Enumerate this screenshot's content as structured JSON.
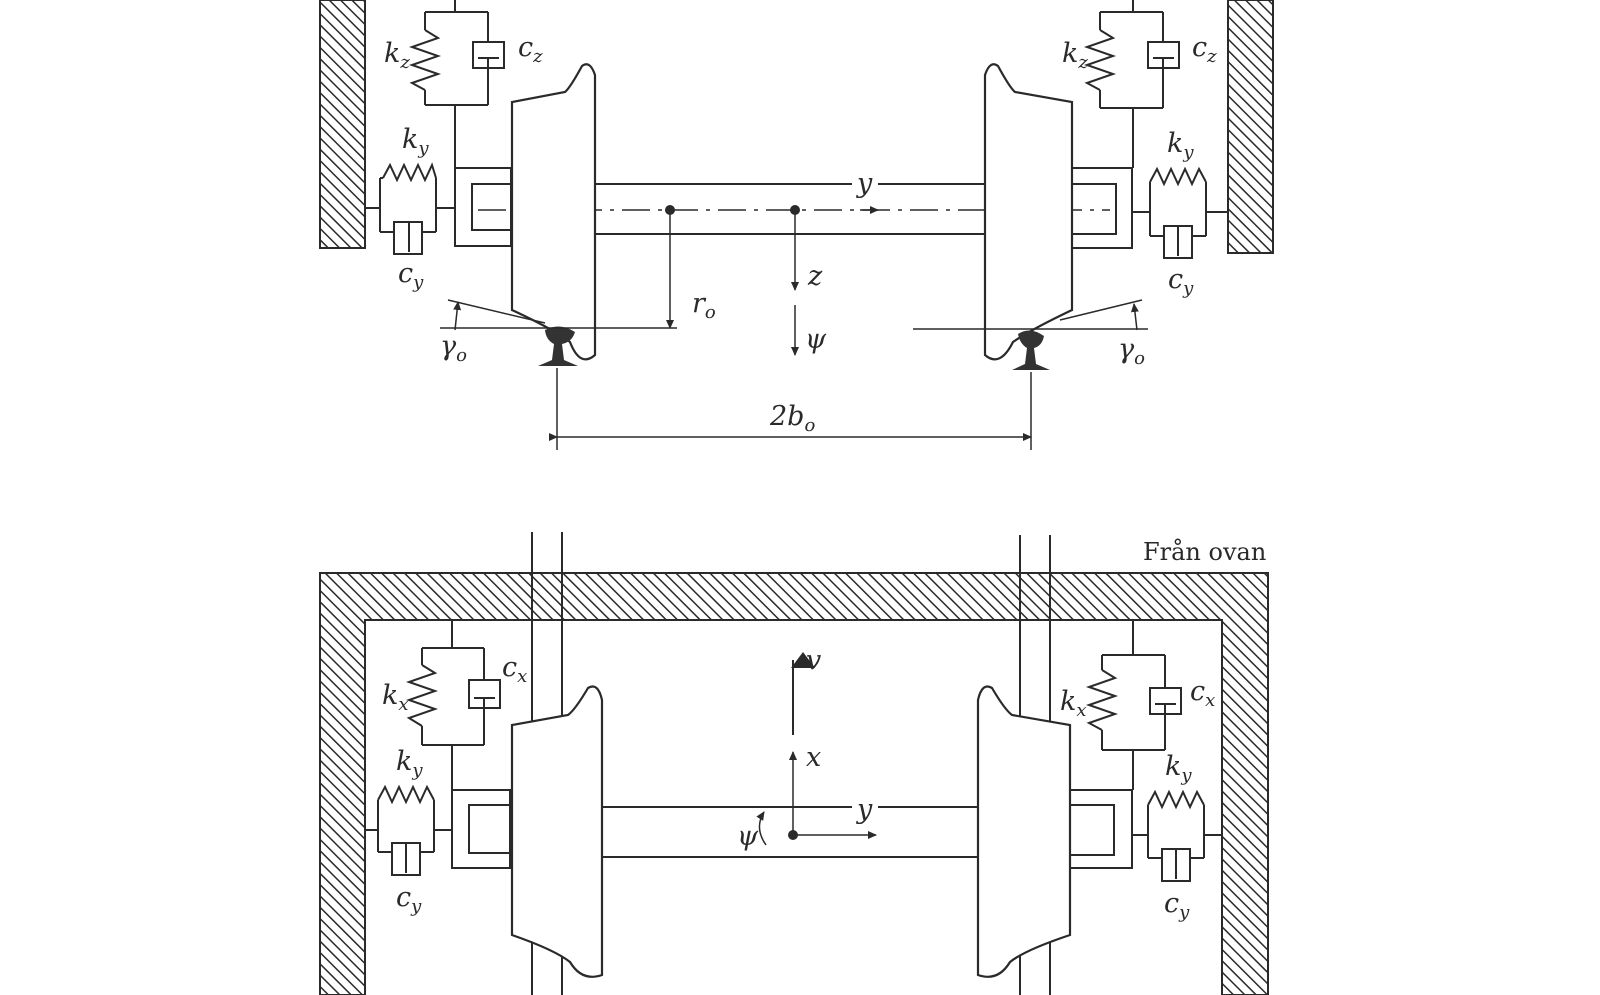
{
  "front_view": {
    "stiffness_vertical": "k",
    "stiffness_vertical_sub": "z",
    "damping_vertical": "c",
    "damping_vertical_sub": "z",
    "stiffness_lateral": "k",
    "stiffness_lateral_sub": "y",
    "damping_lateral": "c",
    "damping_lateral_sub": "y",
    "axis_y": "y",
    "axis_z": "z",
    "axis_psi": "ψ",
    "rolling_radius": "r",
    "rolling_radius_sub": "o",
    "cone_angle": "γ",
    "cone_angle_sub": "o",
    "gauge": "2b",
    "gauge_sub": "o"
  },
  "top_view": {
    "view_title": "Från ovan",
    "stiffness_long": "k",
    "stiffness_long_sub": "x",
    "damping_long": "c",
    "damping_long_sub": "x",
    "stiffness_lateral": "k",
    "stiffness_lateral_sub": "y",
    "damping_lateral": "c",
    "damping_lateral_sub": "y",
    "axis_v": "v",
    "axis_x": "x",
    "axis_y": "y",
    "axis_psi": "ψ"
  }
}
